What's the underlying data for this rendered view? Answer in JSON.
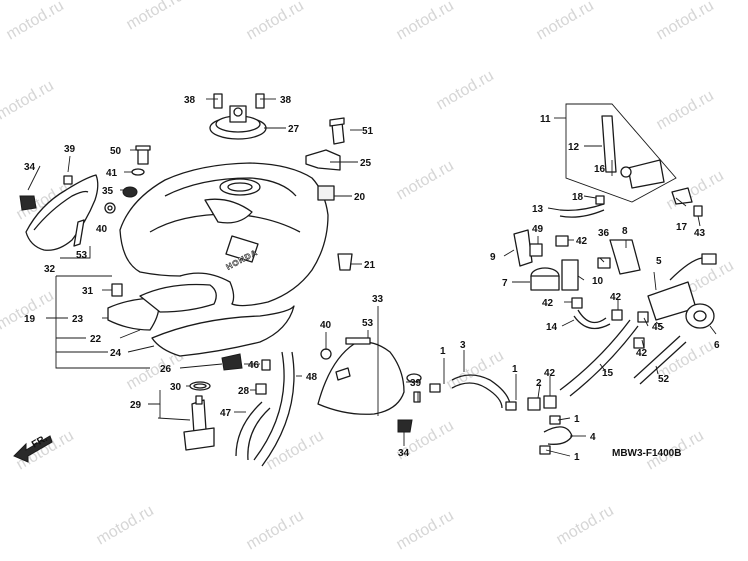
{
  "diagram": {
    "watermark_text": "motod.ru",
    "drawing_code": "MBW3-F1400B",
    "direction_label": "FR.",
    "tank_logo_text": "HONDA",
    "callouts": {
      "c1a": "1",
      "c1b": "1",
      "c1c": "1",
      "c1d": "1",
      "c2": "2",
      "c3": "3",
      "c4": "4",
      "c5": "5",
      "c6": "6",
      "c7": "7",
      "c8": "8",
      "c9": "9",
      "c10": "10",
      "c11": "11",
      "c12": "12",
      "c13": "13",
      "c14": "14",
      "c15": "15",
      "c16": "16",
      "c17": "17",
      "c18": "18",
      "c19": "19",
      "c20": "20",
      "c21": "21",
      "c22": "22",
      "c23": "23",
      "c24": "24",
      "c25": "25",
      "c26": "26",
      "c27": "27",
      "c28": "28",
      "c29": "29",
      "c30": "30",
      "c31": "31",
      "c32": "32",
      "c33": "33",
      "c34a": "34",
      "c34b": "34",
      "c35": "35",
      "c36": "36",
      "c38a": "38",
      "c38b": "38",
      "c39a": "39",
      "c39b": "39",
      "c40a": "40",
      "c40b": "40",
      "c41": "41",
      "c42a": "42",
      "c42b": "42",
      "c42c": "42",
      "c42d": "42",
      "c42e": "42",
      "c43": "43",
      "c45": "45",
      "c46": "46",
      "c47": "47",
      "c48": "48",
      "c49": "49",
      "c50": "50",
      "c51": "51",
      "c52": "52",
      "c53a": "53",
      "c53b": "53"
    }
  }
}
